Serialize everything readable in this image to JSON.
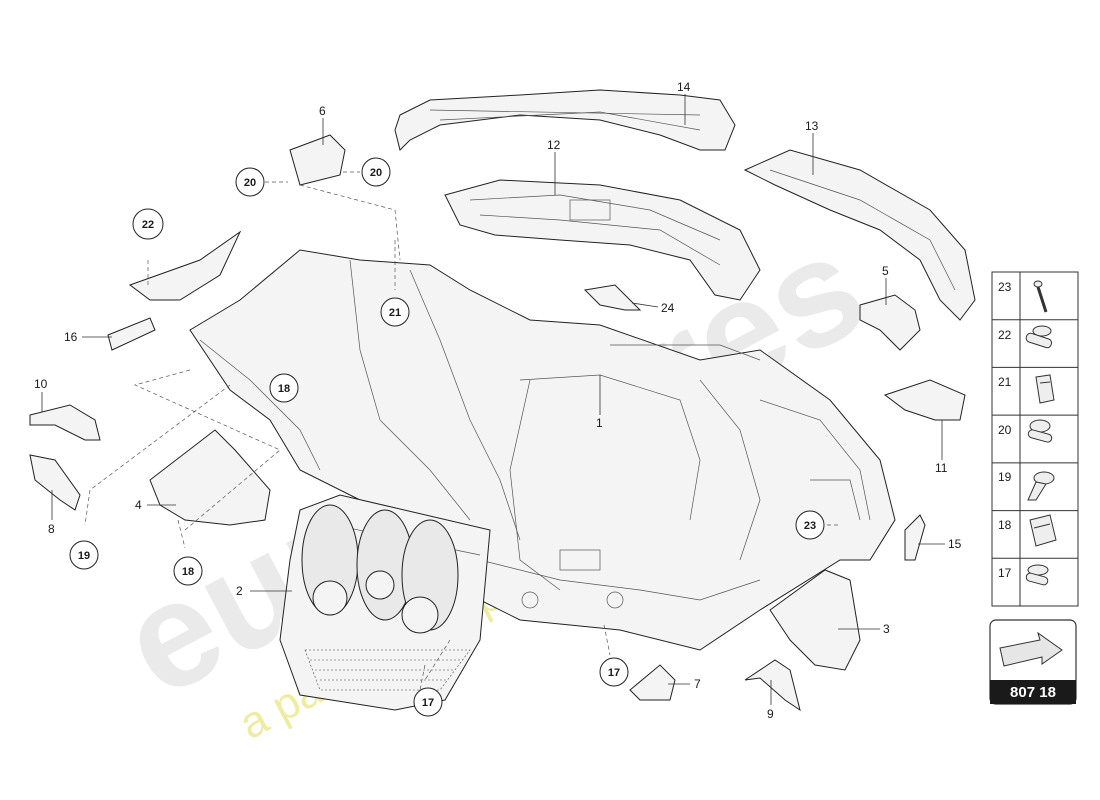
{
  "watermark": {
    "brand": "eurospares",
    "tagline": "a passion for parts since 1985"
  },
  "callouts": {
    "c1": "1",
    "c2": "2",
    "c3": "3",
    "c4": "4",
    "c5": "5",
    "c6": "6",
    "c7": "7",
    "c8": "8",
    "c9": "9",
    "c10": "10",
    "c11": "11",
    "c12": "12",
    "c13": "13",
    "c14": "14",
    "c15": "15",
    "c16": "16",
    "c24": "24",
    "circ17a": "17",
    "circ17b": "17",
    "circ18a": "18",
    "circ18b": "18",
    "circ19": "19",
    "circ20a": "20",
    "circ20b": "20",
    "circ21": "21",
    "circ22": "22",
    "circ23": "23"
  },
  "fastener_legend": [
    {
      "number": "23",
      "icon": "pin-fastener-icon"
    },
    {
      "number": "22",
      "icon": "flange-bolt-icon"
    },
    {
      "number": "21",
      "icon": "spring-clip-icon"
    },
    {
      "number": "20",
      "icon": "torx-screw-icon"
    },
    {
      "number": "19",
      "icon": "push-rivet-icon"
    },
    {
      "number": "18",
      "icon": "nut-clip-icon"
    },
    {
      "number": "17",
      "icon": "hex-screw-icon"
    }
  ],
  "page_code": {
    "icon": "direction-arrow-icon",
    "text": "807 18"
  }
}
